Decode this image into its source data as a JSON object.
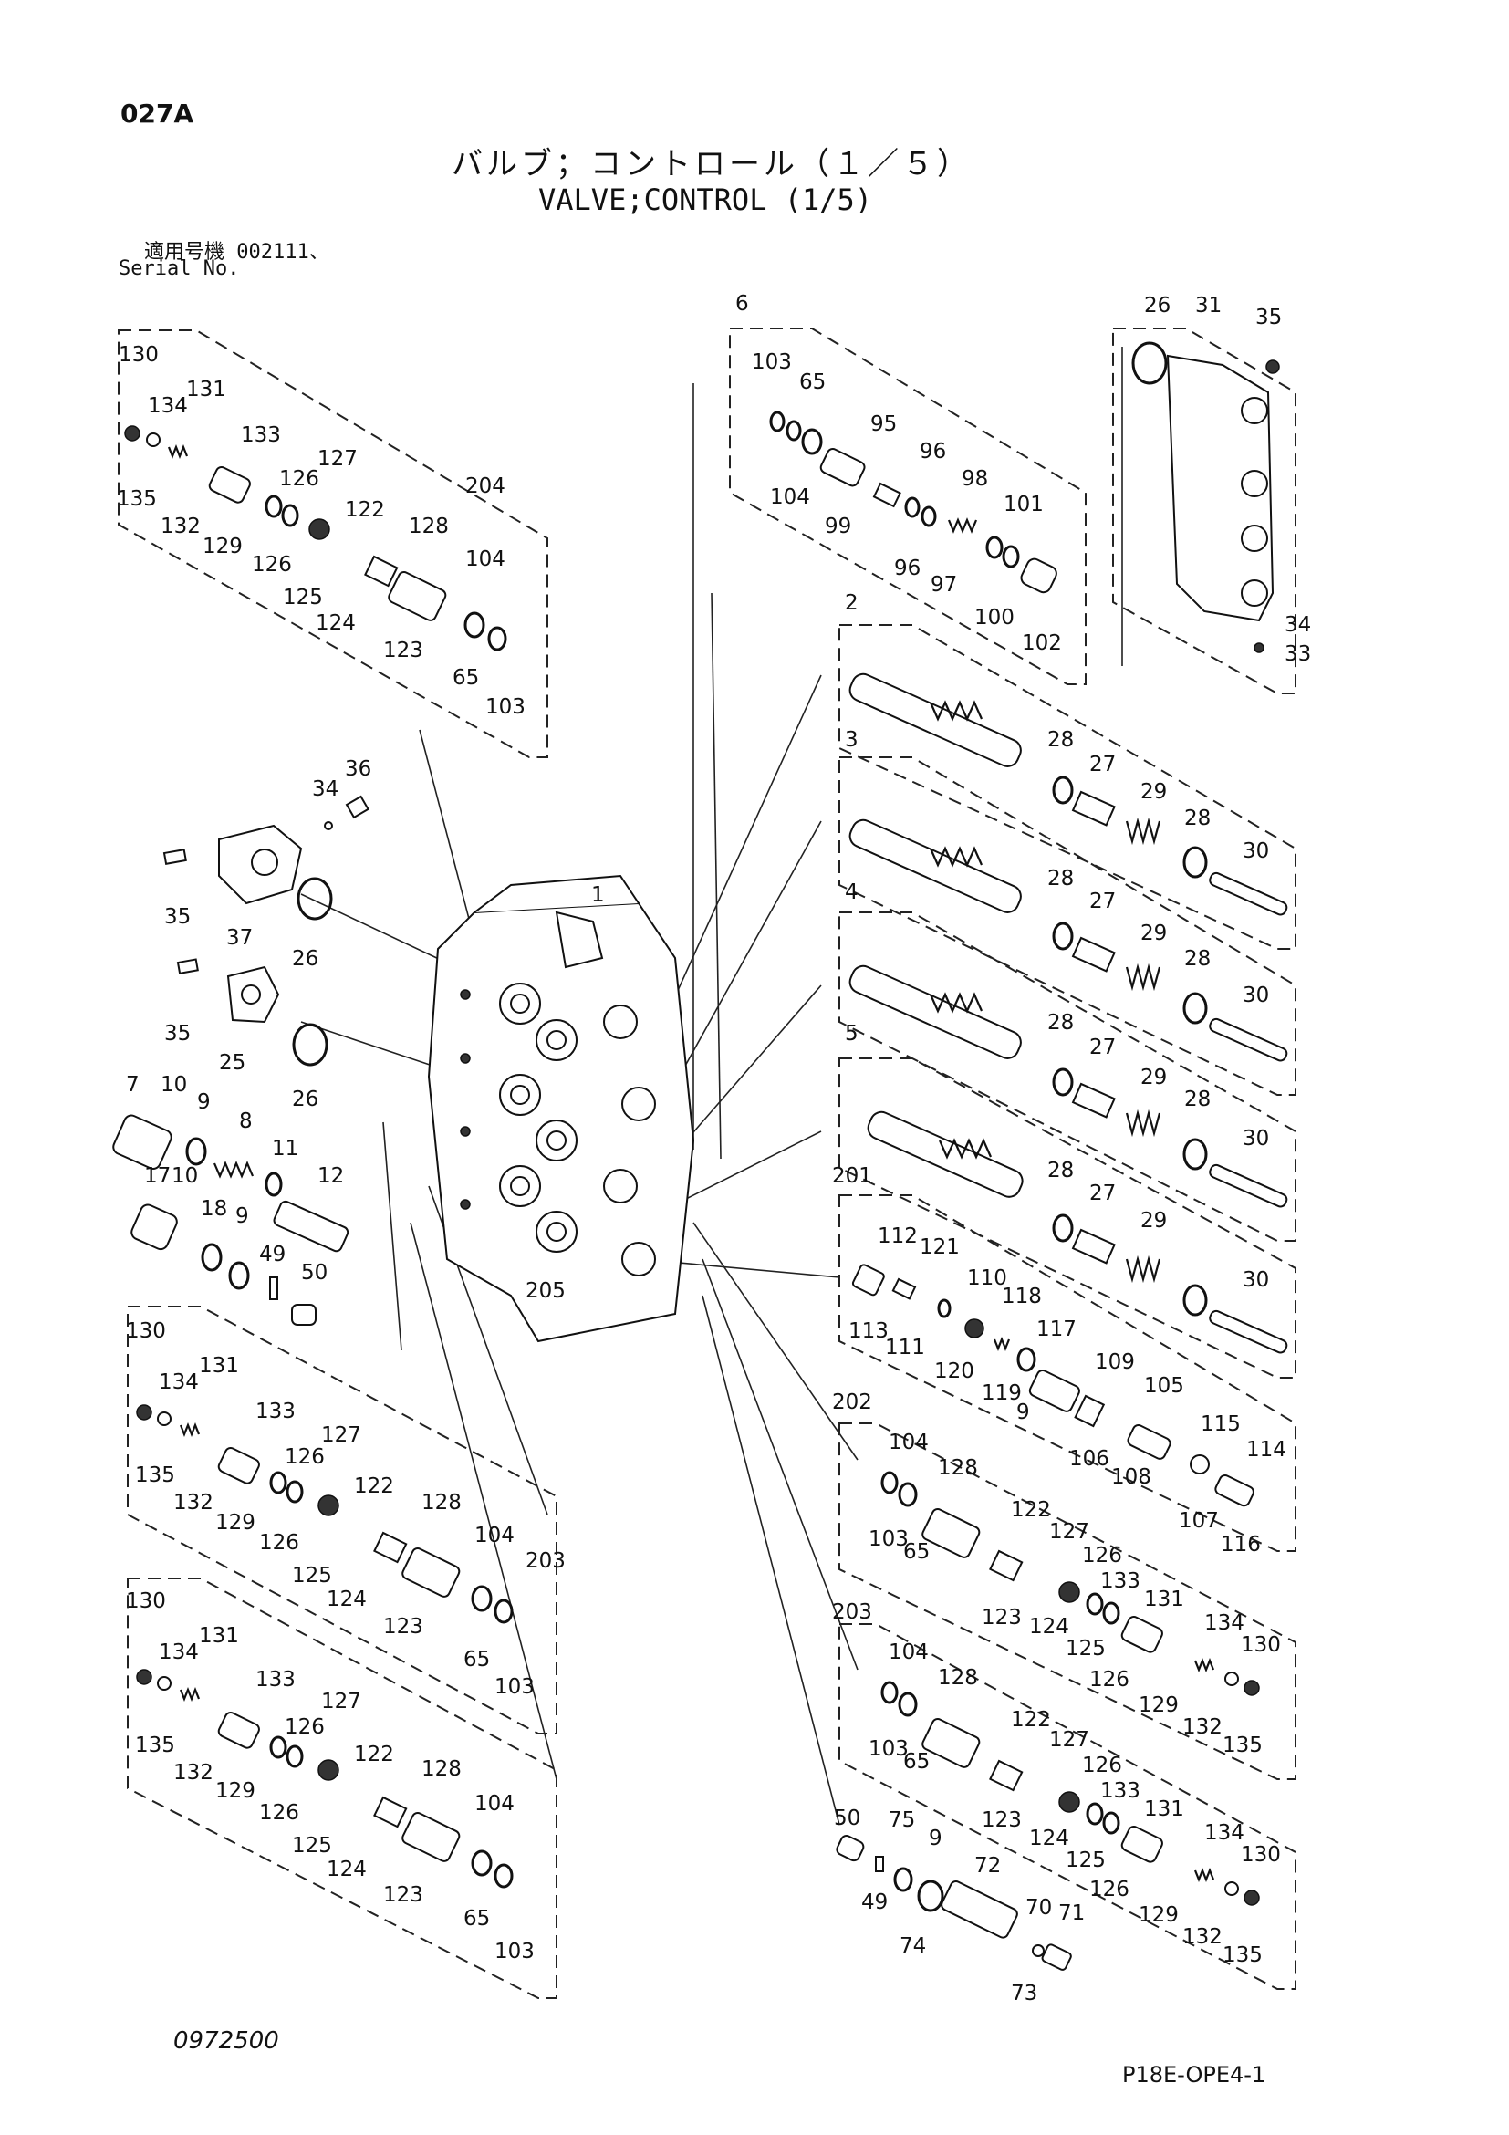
{
  "header": {
    "ref_code": "027A",
    "title_jp": "バルブ；コントロール（１／５）",
    "title_en": "VALVE;CONTROL (1/5)",
    "serial_jp": "適用号機  002111、",
    "serial_en": "Serial No."
  },
  "footer": {
    "drawing_no": "0972500",
    "page_code": "P18E-OPE4-1"
  },
  "labels": {
    "a1": "1",
    "a2": "2",
    "a3": "3",
    "a4": "4",
    "a5": "5",
    "a6": "6",
    "a7": "7",
    "a8": "8",
    "a9": "9",
    "a9b": "9",
    "a9c": "9",
    "a9d": "9",
    "a10": "10",
    "a10b": "10",
    "a11": "11",
    "a12": "12",
    "a17": "17",
    "a18": "18",
    "a25": "25",
    "a26": "26",
    "a26b": "26",
    "a26c": "26",
    "a27a": "27",
    "a27b": "27",
    "a27c": "27",
    "a27d": "27",
    "a28a": "28",
    "a28b": "28",
    "a28c": "28",
    "a28d": "28",
    "a28e": "28",
    "a28f": "28",
    "a28g": "28",
    "a29a": "29",
    "a29b": "29",
    "a29c": "29",
    "a29d": "29",
    "a30a": "30",
    "a30b": "30",
    "a30c": "30",
    "a30d": "30",
    "a31": "31",
    "a33": "33",
    "a34": "34",
    "a34b": "34",
    "a35": "35",
    "a35b": "35",
    "a35c": "35",
    "a36": "36",
    "a37": "37",
    "a49": "49",
    "a49b": "49",
    "a50": "50",
    "a50b": "50",
    "a65": "65",
    "a65b": "65",
    "a65c": "65",
    "a65d": "65",
    "a65e": "65",
    "a65f": "65",
    "a70": "70",
    "a71": "71",
    "a72": "72",
    "a73": "73",
    "a74": "74",
    "a75": "75",
    "a95": "95",
    "a96": "96",
    "a96b": "96",
    "a97": "97",
    "a98": "98",
    "a99": "99",
    "a100": "100",
    "a101": "101",
    "a102": "102",
    "a103": "103",
    "a103b": "103",
    "a103c": "103",
    "a103d": "103",
    "a103e": "103",
    "a103f": "103",
    "a104": "104",
    "a104b": "104",
    "a104c": "104",
    "a104d": "104",
    "a104e": "104",
    "a104f": "104",
    "a105": "105",
    "a106": "106",
    "a107": "107",
    "a108": "108",
    "a109": "109",
    "a110": "110",
    "a111": "111",
    "a112": "112",
    "a113": "113",
    "a114": "114",
    "a115": "115",
    "a116": "116",
    "a117": "117",
    "a118": "118",
    "a119": "119",
    "a120": "120",
    "a121": "121",
    "a122a": "122",
    "a122b": "122",
    "a122c": "122",
    "a122d": "122",
    "a122e": "122",
    "a123a": "123",
    "a123b": "123",
    "a123c": "123",
    "a123d": "123",
    "a123e": "123",
    "a124a": "124",
    "a124b": "124",
    "a124c": "124",
    "a124d": "124",
    "a124e": "124",
    "a125a": "125",
    "a125b": "125",
    "a125c": "125",
    "a125d": "125",
    "a125e": "125",
    "a126a": "126",
    "a126b": "126",
    "a126c": "126",
    "a126d": "126",
    "a126e": "126",
    "a126f": "126",
    "a126g": "126",
    "a126h": "126",
    "a126i": "126",
    "a126j": "126",
    "a127a": "127",
    "a127b": "127",
    "a127c": "127",
    "a127d": "127",
    "a127e": "127",
    "a128a": "128",
    "a128b": "128",
    "a128c": "128",
    "a128d": "128",
    "a128e": "128",
    "a129a": "129",
    "a129b": "129",
    "a129c": "129",
    "a129d": "129",
    "a129e": "129",
    "a130a": "130",
    "a130b": "130",
    "a130c": "130",
    "a130d": "130",
    "a130e": "130",
    "a131a": "131",
    "a131b": "131",
    "a131c": "131",
    "a131d": "131",
    "a131e": "131",
    "a132a": "132",
    "a132b": "132",
    "a132c": "132",
    "a132d": "132",
    "a132e": "132",
    "a133a": "133",
    "a133b": "133",
    "a133c": "133",
    "a133d": "133",
    "a133e": "133",
    "a134a": "134",
    "a134b": "134",
    "a134c": "134",
    "a134d": "134",
    "a134e": "134",
    "a135a": "135",
    "a135b": "135",
    "a135c": "135",
    "a135d": "135",
    "a135e": "135",
    "a201": "201",
    "a202": "202",
    "a203": "203",
    "a203b": "203",
    "a204": "204",
    "a205": "205"
  }
}
